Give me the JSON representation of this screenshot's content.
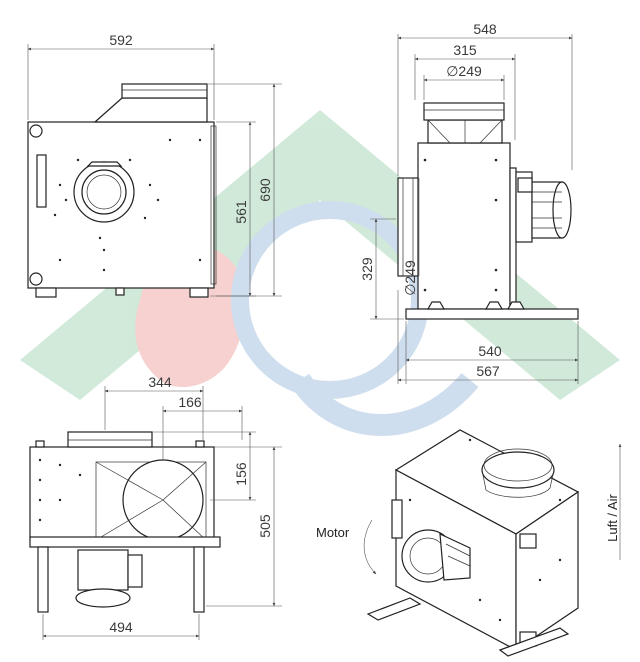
{
  "watermark": {
    "colors": {
      "green": "#2e9e50",
      "red": "#d8322a",
      "blue": "#2a6fb5"
    }
  },
  "front_view": {
    "width": "592",
    "height_total": "690",
    "height_body": "561"
  },
  "side_view": {
    "width_top": "548",
    "inlet_span": "315",
    "inlet_diameter": "∅249",
    "outlet_height": "329",
    "outlet_diameter": "∅249",
    "base_inner": "540",
    "base_outer": "567"
  },
  "top_view": {
    "offset_a": "344",
    "offset_b": "166",
    "inlet_offset": "156",
    "depth": "505",
    "width": "494"
  },
  "iso_view": {
    "motor_label": "Motor",
    "air_label": "Luft / Air"
  }
}
